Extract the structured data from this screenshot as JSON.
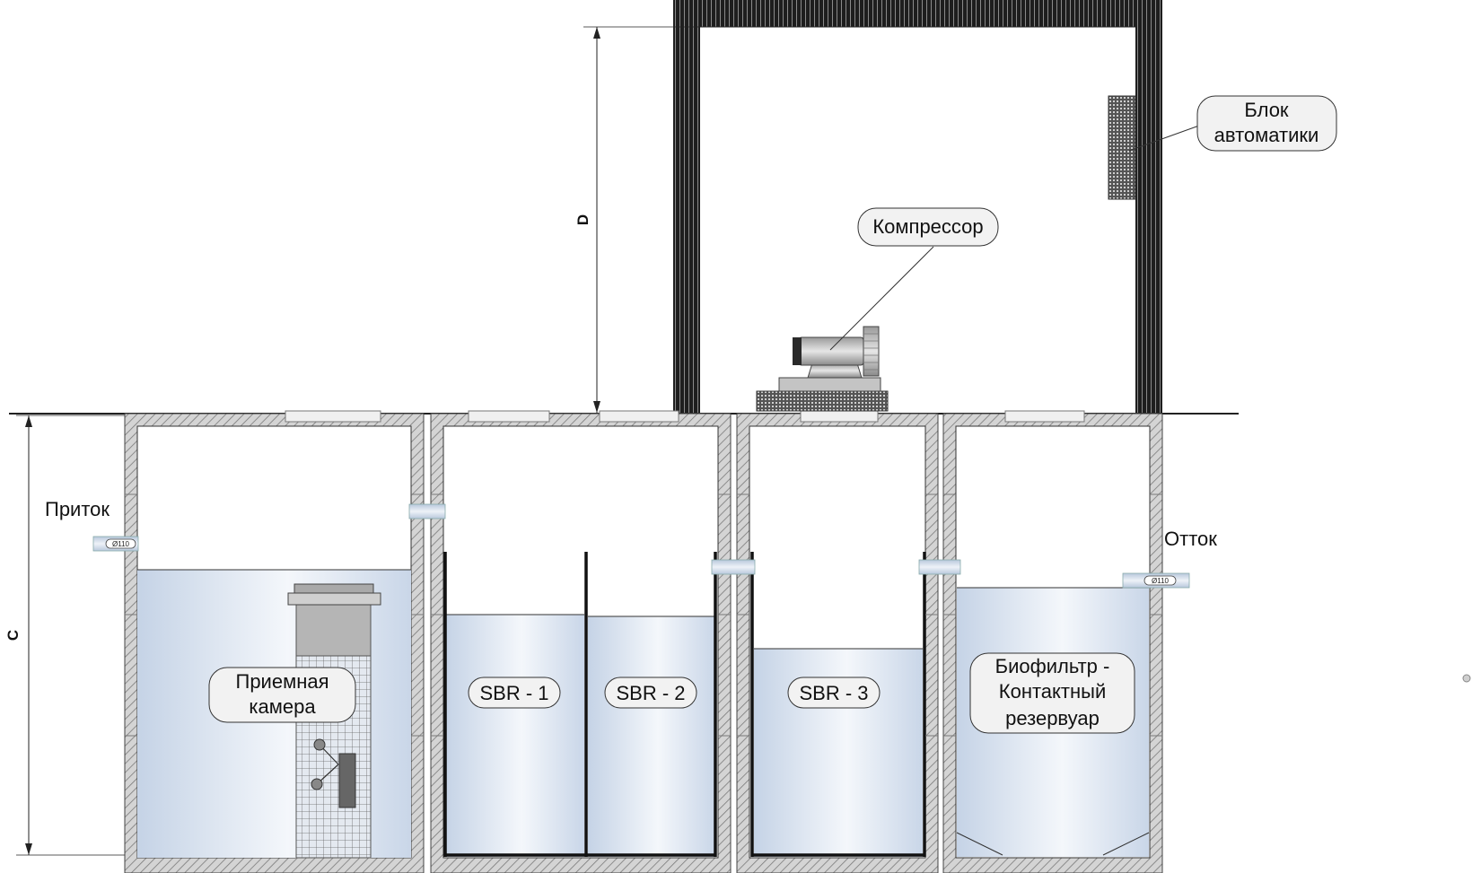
{
  "labels": {
    "inflow": "Приток",
    "outflow": "Отток",
    "inflow_pipe": "Ø110",
    "outflow_pipe": "Ø110",
    "dim_c": "C",
    "dim_d": "D",
    "automation_line1": "Блок",
    "automation_line2": "автоматики",
    "compressor": "Компрессор",
    "receiving_line1": "Приемная",
    "receiving_line2": "камера",
    "sbr1": "SBR - 1",
    "sbr2": "SBR - 2",
    "sbr3": "SBR - 3",
    "biofilter_line1": "Биофильтр -",
    "biofilter_line2": "Контактный",
    "biofilter_line3": "резервуар"
  },
  "colors": {
    "water": "#dde6f1",
    "wall": "#c8c8c8",
    "building": "#3a3a3a"
  }
}
